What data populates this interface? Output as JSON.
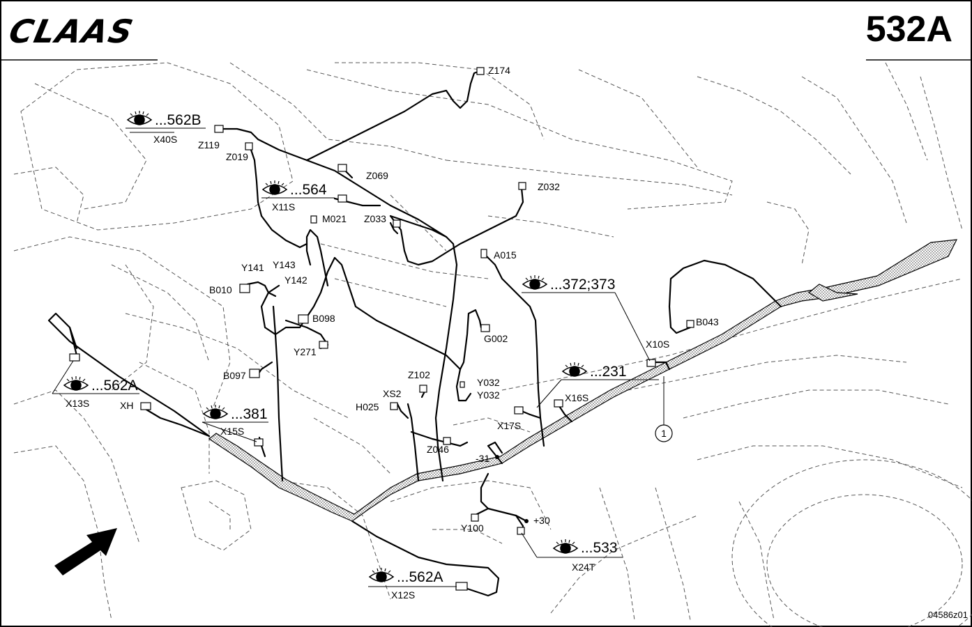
{
  "brand": "CLAAS",
  "page_code": "532A",
  "drawing_number": "04586z01",
  "views": [
    {
      "ref": "...562B",
      "connector": "X40S"
    },
    {
      "ref": "...564",
      "connector": "X11S"
    },
    {
      "ref": "...372;373",
      "connector": "X10S"
    },
    {
      "ref": "...231",
      "connector": "X16S"
    },
    {
      "ref": "...562A",
      "connector": "X13S"
    },
    {
      "ref": "...381",
      "connector": "X15S"
    },
    {
      "ref": "...533",
      "connector": "X24T"
    },
    {
      "ref": "...562A",
      "connector": "X12S"
    }
  ],
  "labels": {
    "z174": "Z174",
    "z119": "Z119",
    "z019": "Z019",
    "z069": "Z069",
    "z032": "Z032",
    "m021": "M021",
    "z033": "Z033",
    "a015": "A015",
    "y141": "Y141",
    "y143": "Y143",
    "y142": "Y142",
    "b010": "B010",
    "b098": "B098",
    "b043": "B043",
    "g002": "G002",
    "y271": "Y271",
    "b097": "B097",
    "z102": "Z102",
    "y032a": "Y032",
    "y032b": "Y032",
    "xs2": "XS2",
    "h025": "H025",
    "x17s": "X17S",
    "xh": "XH",
    "z046": "Z046",
    "minus31": "-31",
    "plus30": "+30",
    "y100": "Y100"
  },
  "callout_number": "1"
}
